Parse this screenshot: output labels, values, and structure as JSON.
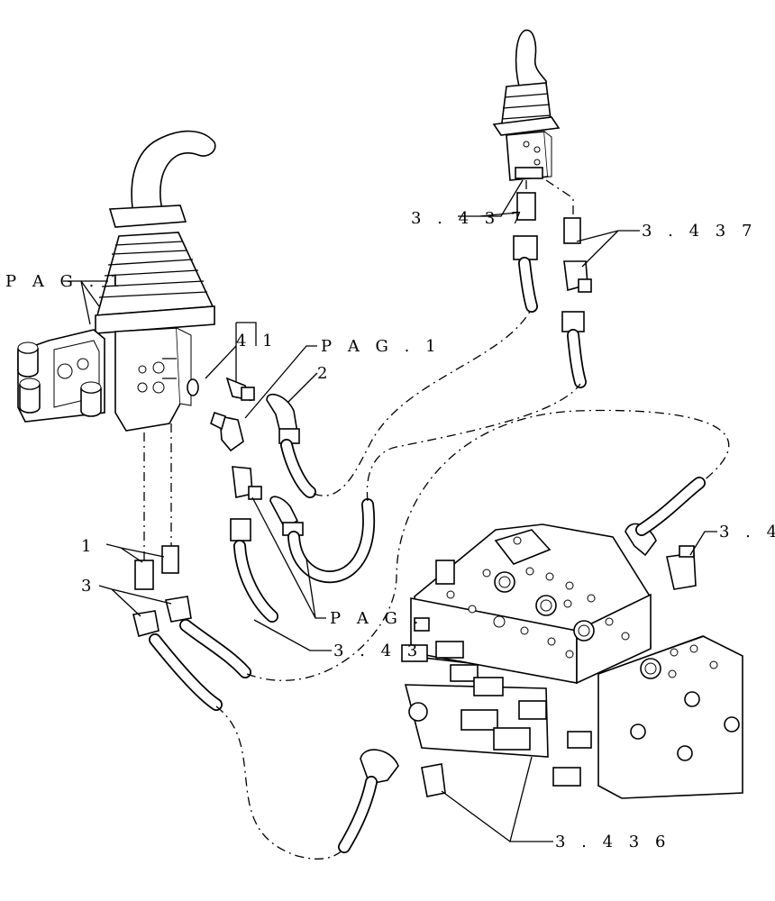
{
  "labels": {
    "pag1_left": "P A G . 1",
    "ref_41": "4 1",
    "pag1_center": "P A G . 1",
    "ref_2": "2",
    "ref_3437_top_left": "3 . 4 3 7",
    "ref_3437_top_right": "3 . 4 3 7",
    "ref_1": "1",
    "ref_3": "3",
    "pag_bottom": "P A G .",
    "ref_3437_bottom": "3 . 4 3",
    "ref_34_right": "3 . 4",
    "ref_3436": "3 . 4 3 6"
  }
}
